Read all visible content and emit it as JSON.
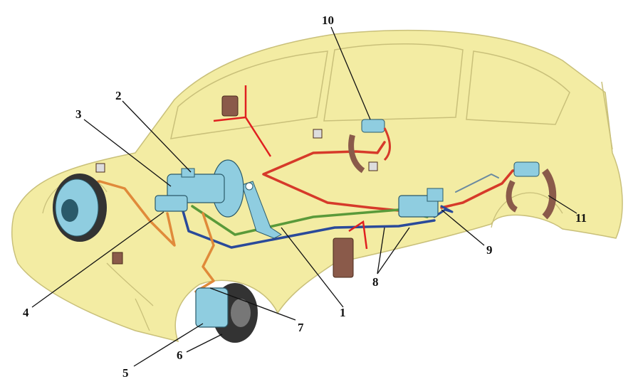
{
  "colors": {
    "car_body": "#f3eca3",
    "car_outline": "#c9c07a",
    "line_red": "#d63a2a",
    "line_orange": "#e08a3a",
    "line_green": "#5a9a3a",
    "line_blue": "#2a4a9a",
    "component_blue": "#8fcde0",
    "disc_dark": "#333333",
    "shoe_brown": "#8a5a4a",
    "pointer_red": "#e02020"
  },
  "callouts": [
    {
      "id": "1",
      "label": "1"
    },
    {
      "id": "2",
      "label": "2"
    },
    {
      "id": "3",
      "label": "3"
    },
    {
      "id": "4",
      "label": "4"
    },
    {
      "id": "5",
      "label": "5"
    },
    {
      "id": "6",
      "label": "6"
    },
    {
      "id": "7",
      "label": "7"
    },
    {
      "id": "8",
      "label": "8"
    },
    {
      "id": "9",
      "label": "9"
    },
    {
      "id": "10",
      "label": "10"
    },
    {
      "id": "11",
      "label": "11"
    }
  ]
}
